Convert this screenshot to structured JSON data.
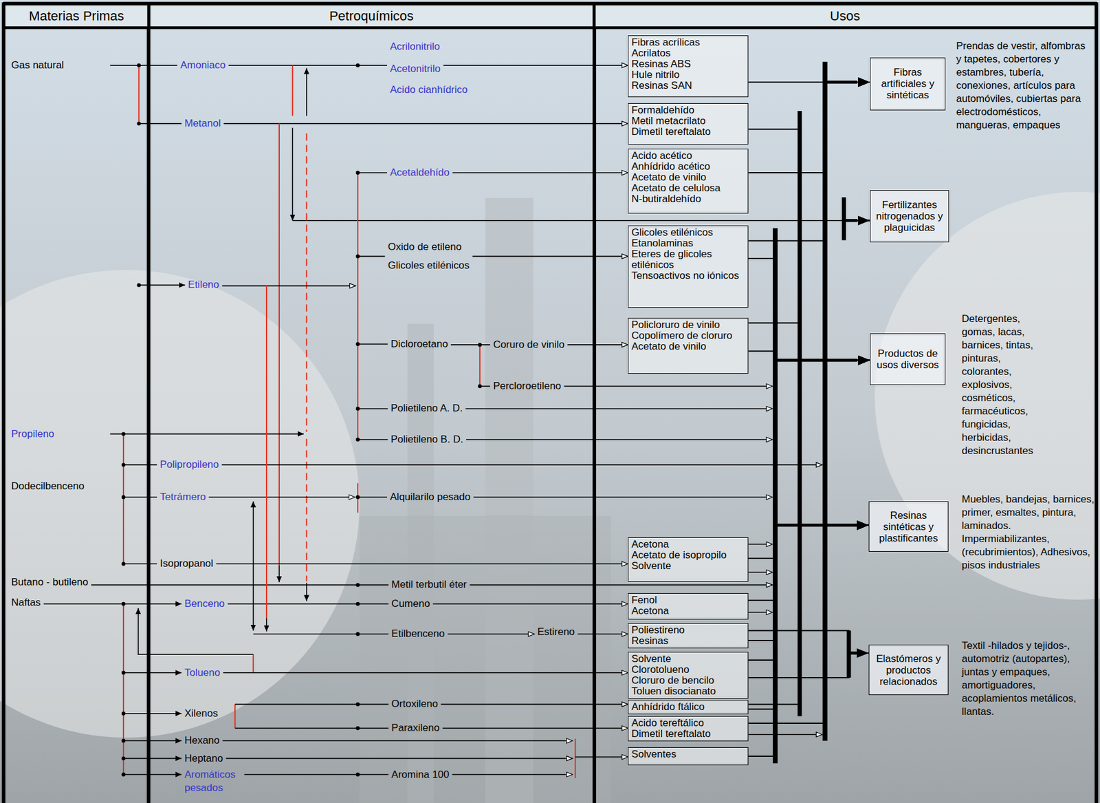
{
  "diagram": {
    "nodes": [
      {
        "text": [
          "Materias Primas"
        ]
      },
      {
        "text": [
          "Petroquímicos"
        ]
      },
      {
        "text": [
          "Usos"
        ]
      },
      {
        "text": [
          "Fibras acrílicas",
          "Acrilatos",
          "Resinas ABS",
          "Hule nitrilo",
          "Resinas SAN"
        ]
      },
      {
        "text": [
          "Formaldehído",
          "Metil metacrilato",
          "Dimetil tereftalato"
        ]
      },
      {
        "text": [
          "Acido acético",
          "Anhídrido acético",
          "Acetato de vinilo",
          "Acetato de celulosa",
          "N-butiraldehído"
        ]
      },
      {
        "text": [
          "Glicoles etilénicos",
          "Etanolaminas",
          "Eteres de glicoles etilénicos",
          "Tensoactivos no iónicos"
        ]
      },
      {
        "text": [
          "Policloruro de vinilo",
          "Copolímero de cloruro",
          "Acetato de vinilo"
        ]
      },
      {
        "text": [
          "Acetona",
          "Acetato de isopropilo",
          "Solvente"
        ]
      },
      {
        "text": [
          "Fenol",
          "Acetona"
        ]
      },
      {
        "text": [
          "Poliestireno",
          "Resinas"
        ]
      },
      {
        "text": [
          "Solvente",
          "Clorotolueno",
          "Cloruro de bencilo",
          "Toluen disocianato"
        ]
      },
      {
        "text": [
          "Anhídrido ftálico"
        ]
      },
      {
        "text": [
          "Acido tereftálico",
          "Dimetil tereftalato"
        ]
      },
      {
        "text": [
          "Solventes"
        ]
      },
      {
        "text": [
          "Fibras artificiales y sintéticas"
        ]
      },
      {
        "text": [
          "Fertilizantes nitrogenados y plaguicidas"
        ]
      },
      {
        "text": [
          "Productos de usos diversos"
        ]
      },
      {
        "text": [
          "Resinas sintéticas y plastificantes"
        ]
      },
      {
        "text": [
          "Elastómeros y productos relacionados"
        ]
      }
    ],
    "edges": [
      {
        "from": 3,
        "to": 15,
        "arrow": "to"
      },
      {
        "from": 5,
        "to": 15,
        "arrow": "to"
      },
      {
        "from": 6,
        "to": 15,
        "arrow": "to"
      },
      {
        "from": 13,
        "to": 15,
        "arrow": "to"
      },
      {
        "from": 4,
        "to": 18,
        "arrow": "to"
      },
      {
        "from": 7,
        "to": 18,
        "arrow": "to"
      },
      {
        "from": 12,
        "to": 18,
        "arrow": "to"
      },
      {
        "from": 6,
        "to": 17,
        "arrow": "to"
      },
      {
        "from": 7,
        "to": 17,
        "arrow": "to"
      },
      {
        "from": 8,
        "to": 17,
        "arrow": "to"
      },
      {
        "from": 9,
        "to": 17,
        "arrow": "to"
      },
      {
        "from": 10,
        "to": 17,
        "arrow": "to"
      },
      {
        "from": 11,
        "to": 17,
        "arrow": "to"
      },
      {
        "from": 12,
        "to": 17,
        "arrow": "to"
      },
      {
        "from": 14,
        "to": 17,
        "arrow": "to"
      },
      {
        "from": 6,
        "to": 18,
        "arrow": "to"
      },
      {
        "from": 8,
        "to": 18,
        "arrow": "to"
      },
      {
        "from": 9,
        "to": 18,
        "arrow": "to"
      },
      {
        "from": 10,
        "to": 18,
        "arrow": "to"
      },
      {
        "from": 11,
        "to": 18,
        "arrow": "to"
      },
      {
        "from": 14,
        "to": 18,
        "arrow": "to"
      },
      {
        "from": 10,
        "to": 19,
        "arrow": "to"
      },
      {
        "from": 11,
        "to": 19,
        "arrow": "to"
      }
    ],
    "labels": [
      "Gas natural",
      "Amoniaco",
      "Acrilonitrilo",
      "Acetonitrilo",
      "Acido cianhídrico",
      "Metanol",
      "Acetaldehído",
      "Oxido de etileno",
      "Glicoles etilénicos",
      "Etileno",
      "Dicloroetano",
      "Coruro de vinilo",
      "Percloroetileno",
      "Polietileno A. D.",
      "Polietileno B. D.",
      "Propileno",
      "Polipropileno",
      "Dodecilbenceno",
      "Tetrámero",
      "Alquilarilo pesado",
      "Isopropanol",
      "Butano - butileno",
      "Metil terbutil éter",
      "Naftas",
      "Benceno",
      "Cumeno",
      "Etilbenceno",
      "Estireno",
      "Tolueno",
      "Xilenos",
      "Ortoxileno",
      "Paraxileno",
      "Hexano",
      "Heptano",
      "Aromáticos pesados",
      "Aromina 100",
      "Prendas de vestir, alfombras y tapetes, cobertores y estambres, tubería, conexiones, artículos para automóviles, cubiertas para electrodomésticos, mangueras, empaques",
      "Detergentes, gomas, lacas, barnices, tintas, pinturas, colorantes, explosivos, cosméticos, farmacéuticos, fungicidas, herbicidas, desincrustantes",
      "Muebles, bandejas, barnices, primer, esmaltes, pintura, laminados. Impermiabilizantes, (recubrimientos), Adhesivos, pisos industriales",
      "Textil -hilados y tejidos-, automotriz (autopartes), juntas y empaques, amortiguadores, acoplamientos metálicos, llantas."
    ]
  }
}
